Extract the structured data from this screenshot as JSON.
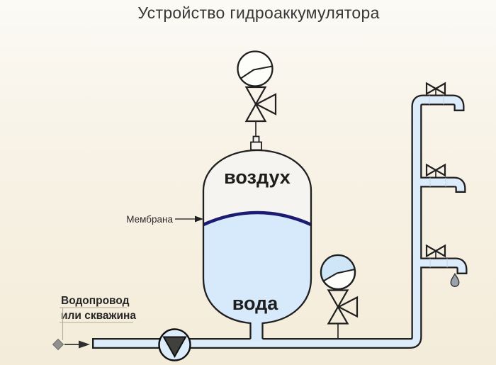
{
  "title": "Устройство гидроаккумулятора",
  "labels": {
    "air": "воздух",
    "water": "вода",
    "membrane": "Мембрана",
    "source_line1": "Водопровод",
    "source_line2": "или скважина"
  },
  "colors": {
    "background_top": "#fbfaf5",
    "background_bottom": "#f4ecd9",
    "outline": "#1f1f1f",
    "air_fill": "#f5f4f0",
    "water_fill": "#d7eafb",
    "pipe_fill": "#dcecfa",
    "membrane": "#1b1b72",
    "gauge_fluid": "#cfe5f8",
    "pump_triangle": "#40403c",
    "water_drop": "#9aa2ab",
    "callout_line": "#b5ab98",
    "flow_marker": "#90908e"
  },
  "icons": {
    "top_gauge": "pressure-gauge-icon",
    "side_gauge": "pressure-gauge-icon",
    "top_valve": "three-way-valve-icon",
    "side_valve": "three-way-valve-icon",
    "tap_valves": "tap-valve-icon",
    "pump": "pump-icon",
    "faucets": "faucet-spout-icon",
    "drop": "water-drop-icon",
    "membrane_pointer": "arrow-right-icon",
    "flow_pointer": "flow-arrow-icon",
    "flow_diamond": "diamond-marker-icon"
  }
}
